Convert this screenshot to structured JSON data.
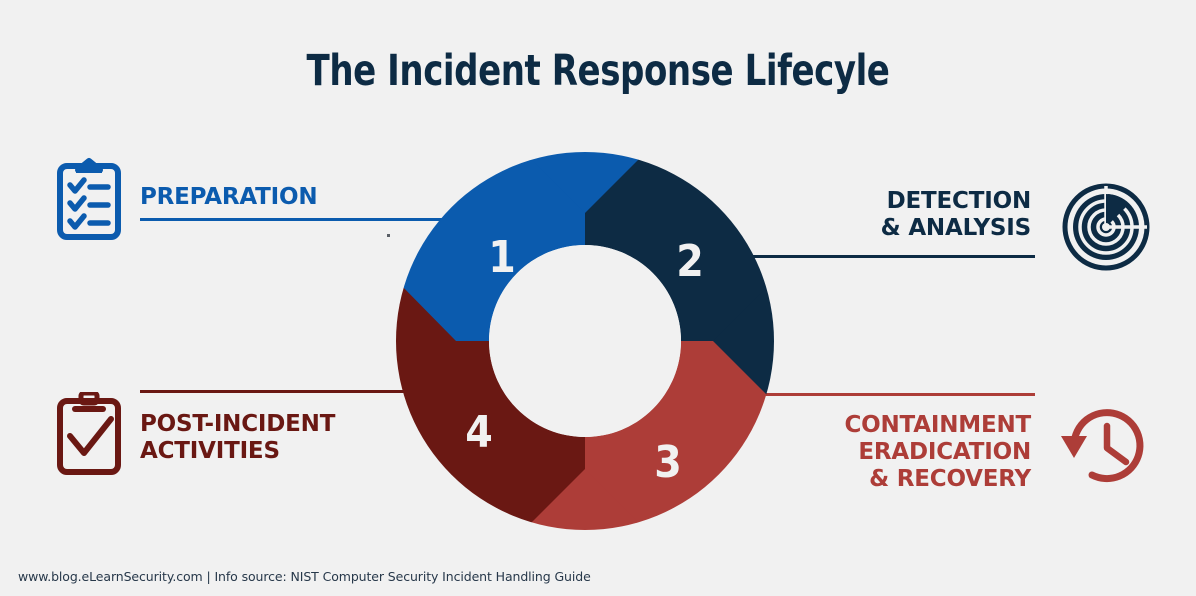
{
  "page": {
    "title": "The Incident Response Lifecyle",
    "background_color": "#f1f1f1"
  },
  "colors": {
    "blue": "#0b5bae",
    "navy": "#0d2b44",
    "red_medium": "#ad3d38",
    "red_dark": "#6a1813",
    "hole": "#f1f1f1",
    "number_text": "#f1f1f1"
  },
  "chart_data": {
    "type": "pie",
    "title": "The Incident Response Lifecyle",
    "subtype": "donut-cycle",
    "legend_position": "outside-corners",
    "categories": [
      "PREPARATION",
      "DETECTION & ANALYSIS",
      "CONTAINMENT ERADICATION & RECOVERY",
      "POST-INCIDENT ACTIVITIES"
    ],
    "values": [
      25,
      25,
      25,
      25
    ],
    "labels": [
      "1",
      "2",
      "3",
      "4"
    ],
    "colors": [
      "#0b5bae",
      "#0d2b44",
      "#ad3d38",
      "#6a1813"
    ],
    "direction": "clockwise",
    "start_angle_deg": -90,
    "xlabel": "",
    "ylabel": ""
  },
  "wheel": {
    "segments": [
      {
        "number": "1",
        "name": "preparation",
        "color": "#0b5bae",
        "quadrant": "top-left",
        "stage_label": "PREPARATION"
      },
      {
        "number": "2",
        "name": "detection-analysis",
        "color": "#0d2b44",
        "quadrant": "top-right",
        "stage_label": "DETECTION\n& ANALYSIS"
      },
      {
        "number": "3",
        "name": "containment-eradication-recovery",
        "color": "#ad3d38",
        "quadrant": "bottom-right",
        "stage_label": "CONTAINMENT\nERADICATION\n& RECOVERY"
      },
      {
        "number": "4",
        "name": "post-incident-activities",
        "color": "#6a1813",
        "quadrant": "bottom-left",
        "stage_label": "POST-INCIDENT\nACTIVITIES"
      }
    ]
  },
  "labels": {
    "preparation": "PREPARATION",
    "detection": "DETECTION\n& ANALYSIS",
    "containment": "CONTAINMENT\nERADICATION\n& RECOVERY",
    "post_incident": "POST-INCIDENT\nACTIVITIES"
  },
  "icons": {
    "preparation": "clipboard-checklist-icon",
    "detection": "radar-icon",
    "containment": "clock-rotate-back-icon",
    "post_incident": "clipboard-check-icon"
  },
  "footer": {
    "text": "www.blog.eLearnSecurity.com | Info source: NIST Computer Security Incident Handling Guide"
  }
}
